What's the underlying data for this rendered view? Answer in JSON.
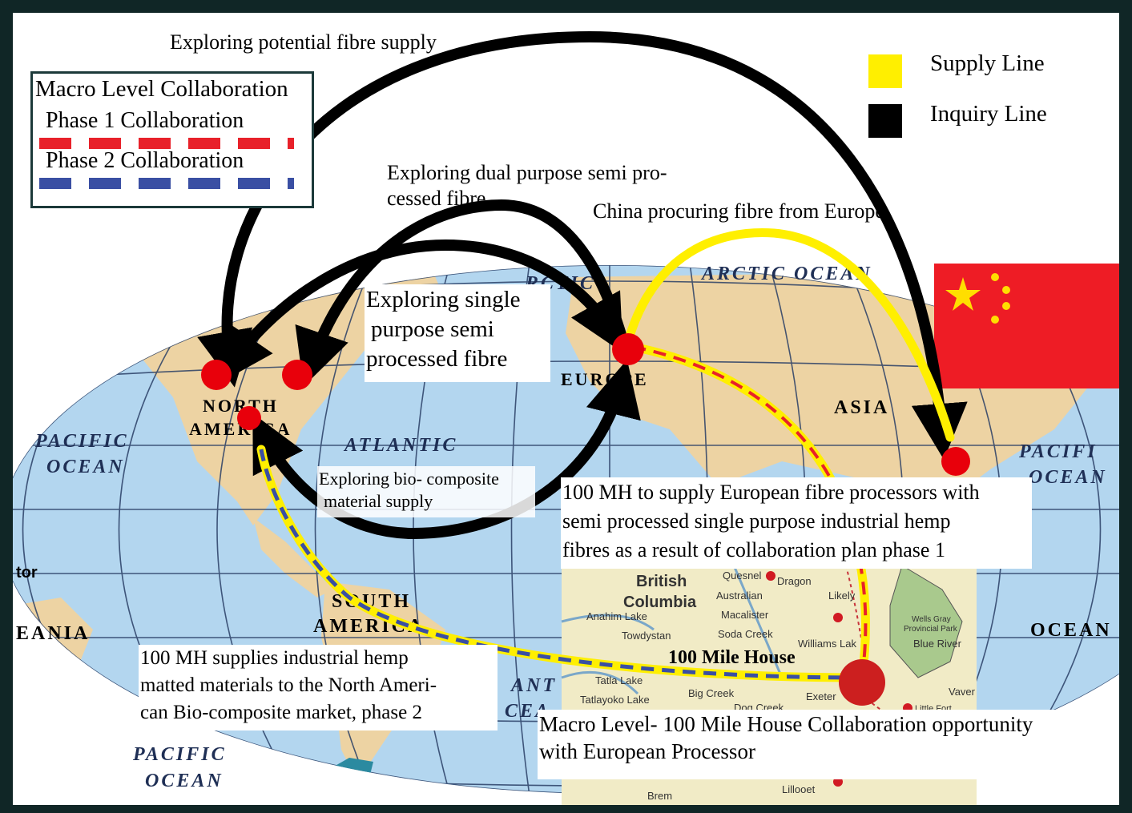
{
  "legend_collab": {
    "title": "Macro Level Collaboration",
    "phase1": "Phase 1 Collaboration",
    "phase2": "Phase 2 Collaboration",
    "phase1_color": "#e8212a",
    "phase2_color": "#3a4fa3"
  },
  "legend_lines": {
    "supply": "Supply Line",
    "inquiry": "Inquiry Line",
    "supply_color": "#ffef00",
    "inquiry_color": "#000000"
  },
  "labels": {
    "fibre_supply": "Exploring potential fibre supply",
    "dual_purpose_1": "Exploring dual purpose semi pro-",
    "dual_purpose_2": "cessed fibre",
    "china_europe": "China procuring fibre from Europe",
    "single_purpose_1": "Exploring single",
    "single_purpose_2": "purpose semi",
    "single_purpose_3": "processed fibre",
    "bio_composite_1": "Exploring bio- composite",
    "bio_composite_2": "material supply",
    "mh_europe_1": "100 MH to supply European fibre processors with",
    "mh_europe_2": "semi processed single purpose industrial hemp",
    "mh_europe_3": "fibres as a result of collaboration plan phase 1",
    "mh_na_1": "100 MH supplies industrial hemp",
    "mh_na_2": "matted materials to the North Ameri-",
    "mh_na_3": "can Bio-composite market, phase 2",
    "macro_1": "Macro Level- 100 Mile House Collaboration opportunity",
    "macro_2": "with European Processor",
    "mile_house": "100 Mile House"
  },
  "map_labels": {
    "arctic": "ARCTIC OCEAN",
    "arctic_left": "RCTIC",
    "europe": "EUROPE",
    "asia": "ASIA",
    "north_america_1": "NORTH",
    "north_america_2": "AMERICA",
    "atlantic": "ATLANTIC",
    "pacific_left_1": "PACIFIC",
    "pacific_left_2": "OCEAN",
    "pacific_right_1": "PACIFI",
    "pacific_right_2": "OCEAN",
    "south_america_1": "SOUTH",
    "south_america_2": "AMERICA",
    "ocean_right": "OCEAN",
    "oceania": "EANIA",
    "equator": "tor",
    "pacific_bottom_1": "PACIFIC",
    "pacific_bottom_2": "OCEAN",
    "atlantic_bottom_1": "ANT",
    "atlantic_bottom_2": "CEA"
  },
  "inset_map": {
    "british": "British",
    "columbia": "Columbia",
    "anahim": "Anahim Lake",
    "towdystan": "Towdystan",
    "tatla": "Tatla Lake",
    "tatlayoko": "Tatlayoko Lake",
    "big_creek": "Big Creek",
    "dog_creek": "Dog Creek",
    "exeter": "Exeter",
    "quesnel": "Quesnel",
    "dragon": "Dragon",
    "australian": "Australian",
    "macalister": "Macalister",
    "soda_creek": "Soda Creek",
    "williams_lake": "Williams Lak",
    "likely": "Likely",
    "wells_gray_1": "Wells Gray",
    "wells_gray_2": "Provincial Park",
    "blue_river": "Blue River",
    "vavenby": "Vaver",
    "little_fort": "Little Fort",
    "lillooet": "Lillooet",
    "brem": "Brem"
  },
  "colors": {
    "ocean": "#b3d6ef",
    "land": "#edd3a3",
    "grid": "#2a3f66",
    "node": "#e8000b",
    "inset_land": "#f1ebc6",
    "flag": "#ee1c25",
    "star": "#ffde00"
  }
}
